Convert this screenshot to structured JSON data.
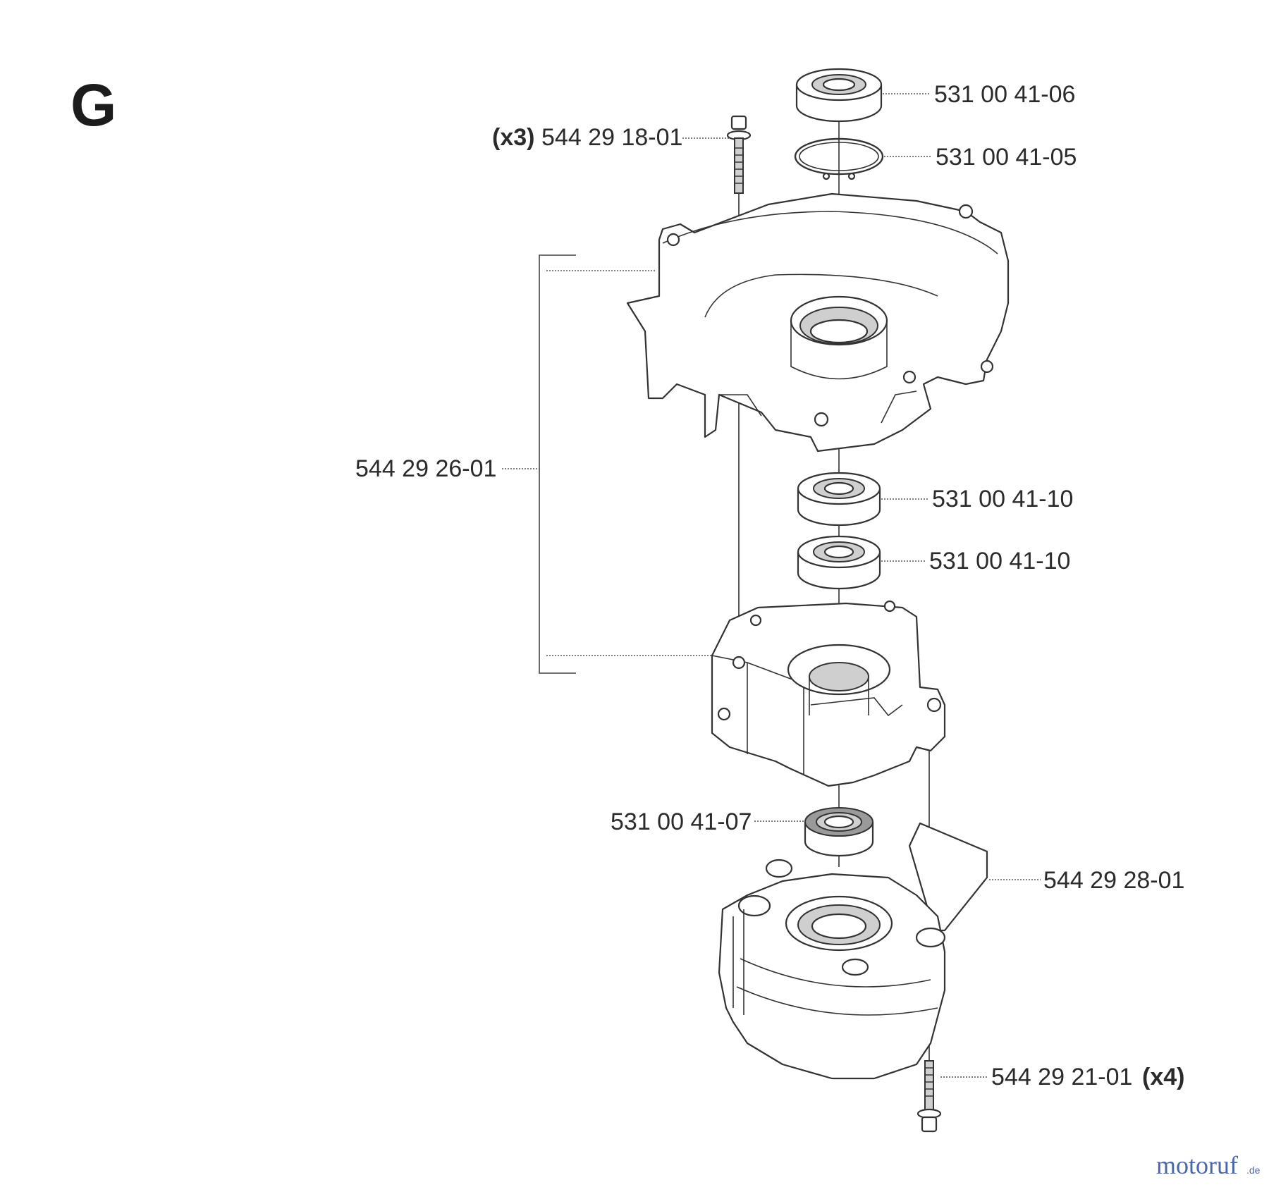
{
  "section_letter": "G",
  "labels": {
    "bearing_top": "531 00 41-06",
    "circlip": "531 00 41-05",
    "screw_top_qty": "(x3)",
    "screw_top": "544 29 18-01",
    "crankcase_assembly": "544 29 26-01",
    "bearing_mid_upper": "531 00 41-10",
    "bearing_mid_lower": "531 00 41-10",
    "seal_lower": "531 00 41-07",
    "gear_housing": "544 29 28-01",
    "screw_bottom": "544 29 21-01",
    "screw_bottom_qty": "(x4)"
  },
  "watermark": {
    "brand": "motoruf",
    "suffix": ".de"
  }
}
